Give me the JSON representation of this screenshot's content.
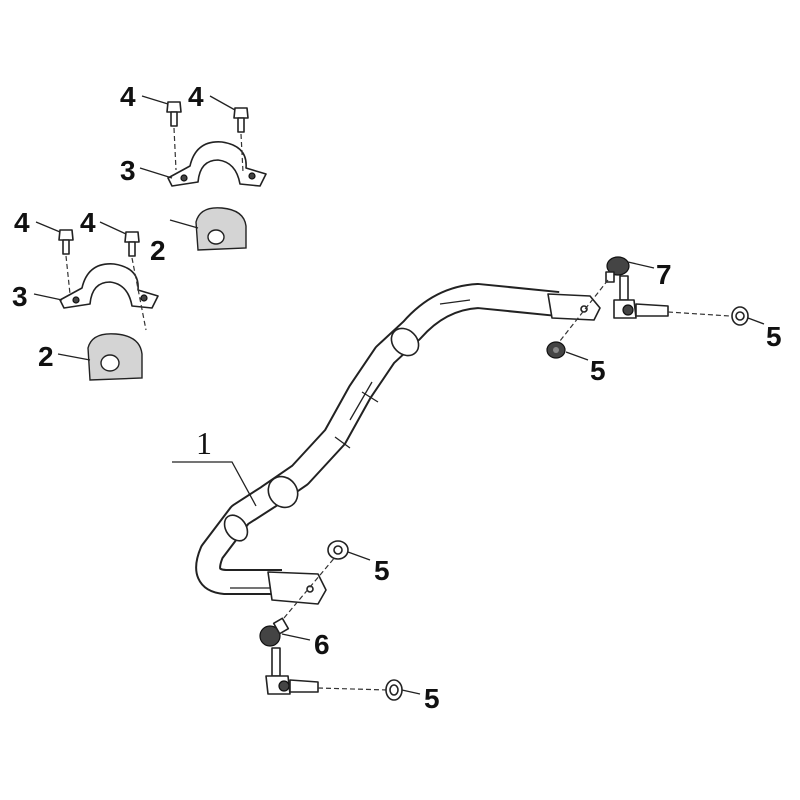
{
  "diagram": {
    "callouts": {
      "bar": "1",
      "bushing_upper": "2",
      "bushing_lower": "2",
      "clamp_upper": "3",
      "clamp_lower": "3",
      "bolt_a": "4",
      "bolt_b": "4",
      "bolt_c": "4",
      "bolt_d": "4",
      "nut_right_upper": "5",
      "nut_right_lower": "5",
      "nut_left_upper": "5",
      "nut_left_lower": "5",
      "link_left": "6",
      "link_right": "7"
    }
  }
}
